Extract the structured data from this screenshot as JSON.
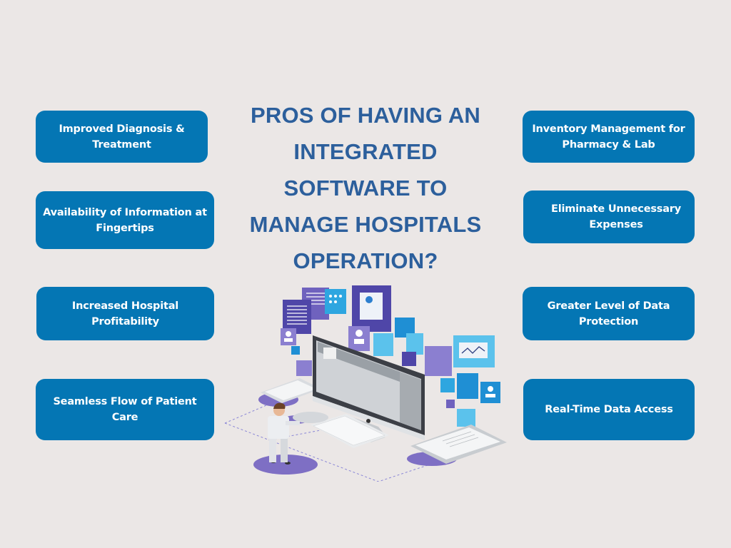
{
  "title": {
    "lines": [
      "PROS OF HAVING AN",
      "INTEGRATED",
      "SOFTWARE TO",
      "MANAGE HOSPITALS",
      "OPERATION?"
    ],
    "color": "#2c5f9c"
  },
  "colors": {
    "background": "#ebe7e6",
    "box_fill": "#0476b4",
    "box_text": "#ffffff"
  },
  "left_items": [
    {
      "label": "Improved Diagnosis & Treatment"
    },
    {
      "label": "Availability of Information at Fingertips"
    },
    {
      "label": "Increased Hospital Profitability"
    },
    {
      "label": "Seamless Flow of Patient Care"
    }
  ],
  "right_items": [
    {
      "label": "Inventory Management for Pharmacy & Lab"
    },
    {
      "label": "Eliminate Unnecessary Expenses"
    },
    {
      "label": "Greater Level of Data Protection"
    },
    {
      "label": "Real-Time Data Access"
    }
  ],
  "illustration": {
    "icon": "hospital-software-isometric-illustration",
    "elements": [
      "desktop-monitor",
      "keyboard",
      "mouse",
      "tablet-left",
      "tablet-right",
      "doctor-figure",
      "floating-chat-cards",
      "clipboard-icon",
      "user-icon",
      "microscope-icon",
      "chart-icon"
    ]
  }
}
